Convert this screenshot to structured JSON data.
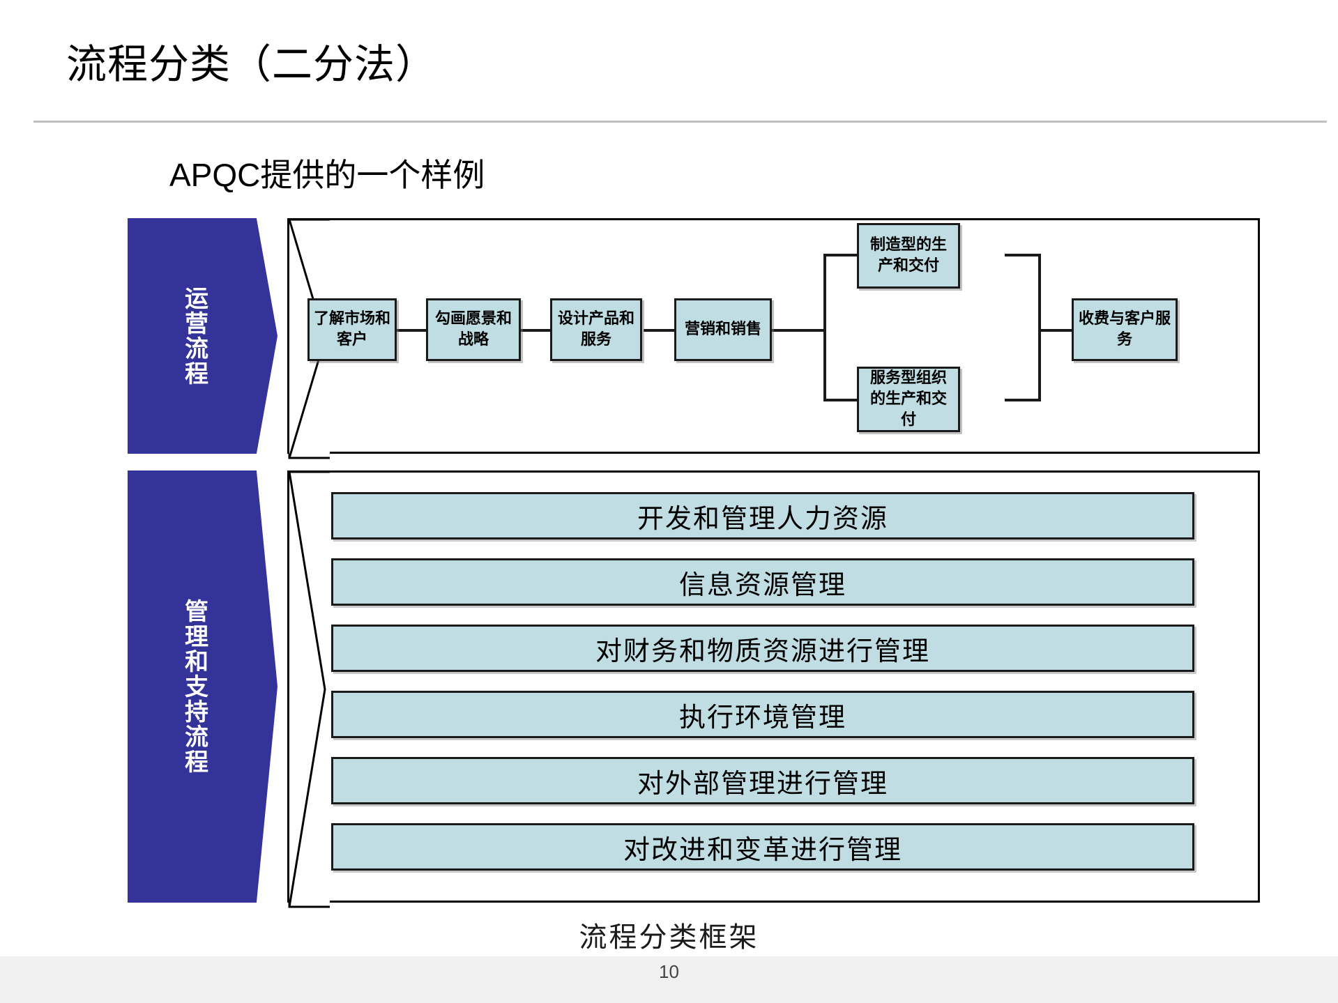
{
  "slide": {
    "title": "流程分类（二分法）",
    "subtitle": "APQC提供的一个样例",
    "caption": "流程分类框架",
    "page_number": "10"
  },
  "colors": {
    "chevron_blue": "#33339a",
    "box_fill": "#bfdde2",
    "box_border": "#1a1a1a",
    "rule": "#bfbfbf",
    "footer": "#f0f0f0"
  },
  "operating": {
    "chevron_label": "运营流程",
    "steps": [
      {
        "label": "了解市场和客户"
      },
      {
        "label": "勾画愿景和战略"
      },
      {
        "label": "设计产品和服务"
      },
      {
        "label": "营销和销售"
      }
    ],
    "branches": [
      {
        "label": "制造型的生产和交付"
      },
      {
        "label": "服务型组织的生产和交付"
      }
    ],
    "final": {
      "label": "收费与客户服务"
    }
  },
  "support": {
    "chevron_label": "管理和支持流程",
    "bars": [
      {
        "label": "开发和管理人力资源"
      },
      {
        "label": "信息资源管理"
      },
      {
        "label": "对财务和物质资源进行管理"
      },
      {
        "label": "执行环境管理"
      },
      {
        "label": "对外部管理进行管理"
      },
      {
        "label": "对改进和变革进行管理"
      }
    ]
  }
}
